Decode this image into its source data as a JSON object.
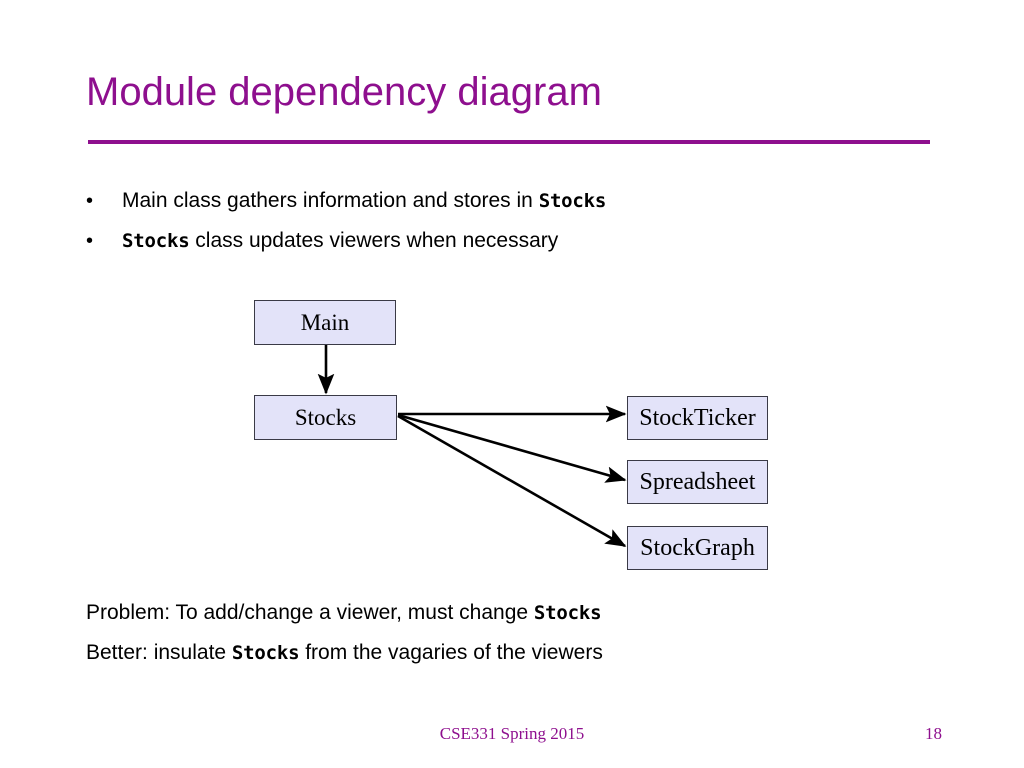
{
  "slide": {
    "title": "Module dependency diagram",
    "accent_color": "#8e0f8e",
    "background_color": "#ffffff"
  },
  "bullets": [
    {
      "marker": "•",
      "segments": [
        {
          "text": "Main class gathers information and stores in ",
          "style": "normal"
        },
        {
          "text": "Stocks",
          "style": "mono"
        }
      ],
      "plain": "Main class gathers information and stores in Stocks"
    },
    {
      "marker": "•",
      "segments": [
        {
          "text": "Stocks",
          "style": "mono"
        },
        {
          "text": " class updates viewers when necessary",
          "style": "normal"
        }
      ],
      "plain": "Stocks class updates viewers when necessary"
    }
  ],
  "diagram": {
    "box_fill": "#e3e3f9",
    "box_border": "#3a3a46",
    "arrow_color": "#000000",
    "nodes": [
      {
        "id": "main",
        "label": "Main"
      },
      {
        "id": "stocks",
        "label": "Stocks"
      },
      {
        "id": "stockticker",
        "label": "StockTicker"
      },
      {
        "id": "spreadsheet",
        "label": "Spreadsheet"
      },
      {
        "id": "stockgraph",
        "label": "StockGraph"
      }
    ],
    "edges": [
      {
        "from": "main",
        "to": "stocks"
      },
      {
        "from": "stocks",
        "to": "stockticker"
      },
      {
        "from": "stocks",
        "to": "spreadsheet"
      },
      {
        "from": "stocks",
        "to": "stockgraph"
      }
    ]
  },
  "closing": [
    {
      "segments": [
        {
          "text": "Problem: To add/change a viewer, must change ",
          "style": "normal"
        },
        {
          "text": "Stocks",
          "style": "mono"
        }
      ],
      "plain": "Problem: To add/change a viewer, must change Stocks"
    },
    {
      "segments": [
        {
          "text": "Better: insulate ",
          "style": "normal"
        },
        {
          "text": "Stocks",
          "style": "mono"
        },
        {
          "text": " from the vagaries of the viewers",
          "style": "normal"
        }
      ],
      "plain": "Better: insulate Stocks from the vagaries of the viewers"
    }
  ],
  "footer": {
    "course": "CSE331 Spring 2015",
    "page_number": "18"
  }
}
